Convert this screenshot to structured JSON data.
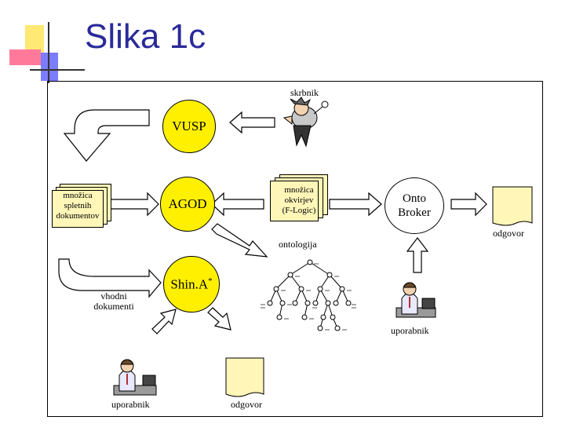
{
  "slide": {
    "title": "Slika 1c"
  },
  "diagram": {
    "nodes": {
      "vusp": "VUSP",
      "agod": "AGOD",
      "shina": "Shin.A",
      "shina_sup": "*",
      "onto_broker_line1": "Onto",
      "onto_broker_line2": "Broker"
    },
    "labels": {
      "skrbnik": "skrbnik",
      "ontologija": "ontologija",
      "odgovor_right": "odgovor",
      "odgovor_bottom": "odgovor",
      "uporabnik_right": "uporabnik",
      "uporabnik_bottom": "uporabnik",
      "vhodni_line1": "vhodni",
      "vhodni_line2": "dokumenti"
    },
    "stacks": {
      "spletni_line1": "množica",
      "spletni_line2": "spletnih",
      "spletni_line3": "dokumentov",
      "okvirji_line1": "množica",
      "okvirji_line2": "okvirjev",
      "okvirji_line3": "(F-Logic)"
    },
    "colors": {
      "node_fill": "#fff000",
      "doc_fill": "#fff6b8",
      "title": "#2a2a9a",
      "logo_yellow": "#ffe873",
      "logo_pink": "#ff7a9a",
      "logo_blue": "#7c7cff"
    }
  }
}
